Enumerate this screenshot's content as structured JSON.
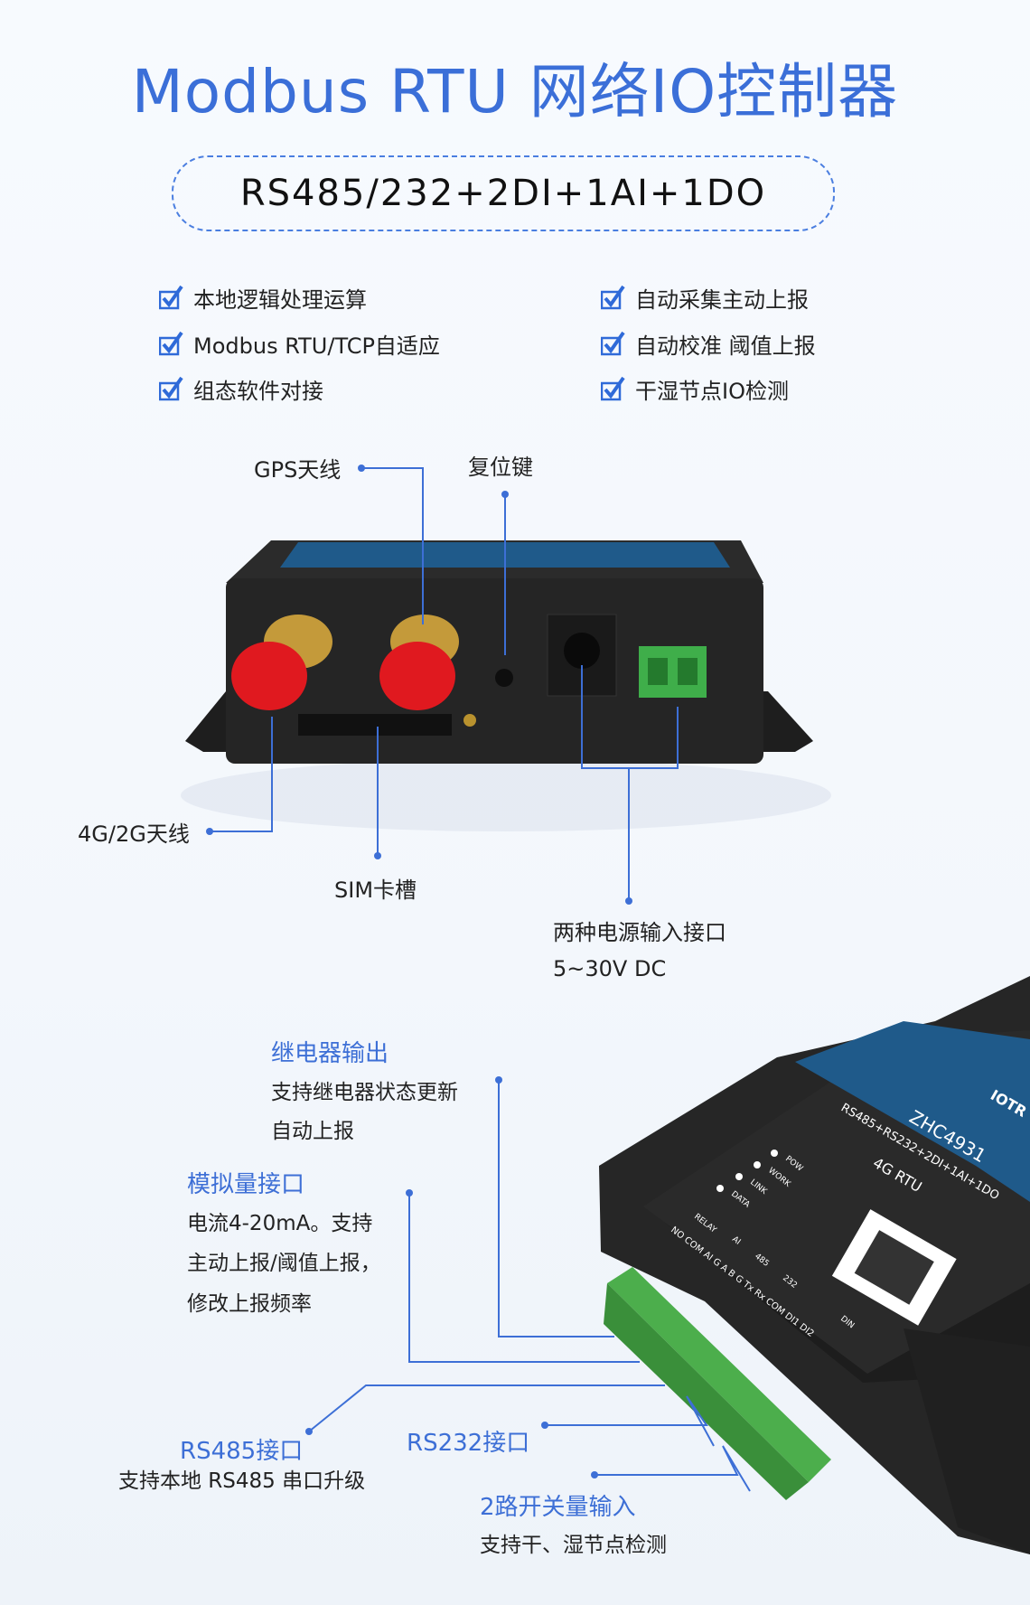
{
  "header": {
    "title": "Modbus RTU 网络IO控制器",
    "spec": "RS485/232+2DI+1AI+1DO"
  },
  "features": {
    "left": [
      "本地逻辑处理运算",
      "Modbus RTU/TCP自适应",
      "组态软件对接"
    ],
    "right": [
      "自动采集主动上报",
      "自动校准 阈值上报",
      "干湿节点IO检测"
    ]
  },
  "front_panel": {
    "gps_antenna": "GPS天线",
    "reset_key": "复位键",
    "cellular_antenna": "4G/2G天线",
    "sim_slot": "SIM卡槽",
    "power_input": "两种电源输入接口",
    "power_range": "5~30V DC"
  },
  "terminal_panel": {
    "relay": {
      "title": "继电器输出",
      "lines": [
        "支持继电器状态更新",
        "自动上报"
      ]
    },
    "analog": {
      "title": "模拟量接口",
      "lines": [
        "电流4-20mA。支持",
        "主动上报/阈值上报，",
        "修改上报频率"
      ]
    },
    "rs485": {
      "title": "RS485接口",
      "lines": [
        "支持本地 RS485 串口升级"
      ]
    },
    "rs232": {
      "title": "RS232接口"
    },
    "di": {
      "title": "2路开关量输入",
      "lines": [
        "支持干、湿节点检测"
      ]
    }
  },
  "device_label": {
    "brand": "IOTR",
    "model": "ZHC4931",
    "spec": "RS485+RS232+2DI+1AI+1DO",
    "type": "4G RTU",
    "leds": [
      "POW",
      "WORK",
      "LINK",
      "DATA"
    ],
    "terminals": "NO COM AI G A B G Tx Rx COM DI1 DI2",
    "groups": [
      "RELAY",
      "AI",
      "485",
      "232",
      "DIN"
    ]
  },
  "colors": {
    "accent": "#3b6fd8",
    "line": "#3d6fd6",
    "terminal": "#4cae4c",
    "antenna": "#e0191f",
    "device": "#232323",
    "label_blue": "#1f5a8a"
  }
}
